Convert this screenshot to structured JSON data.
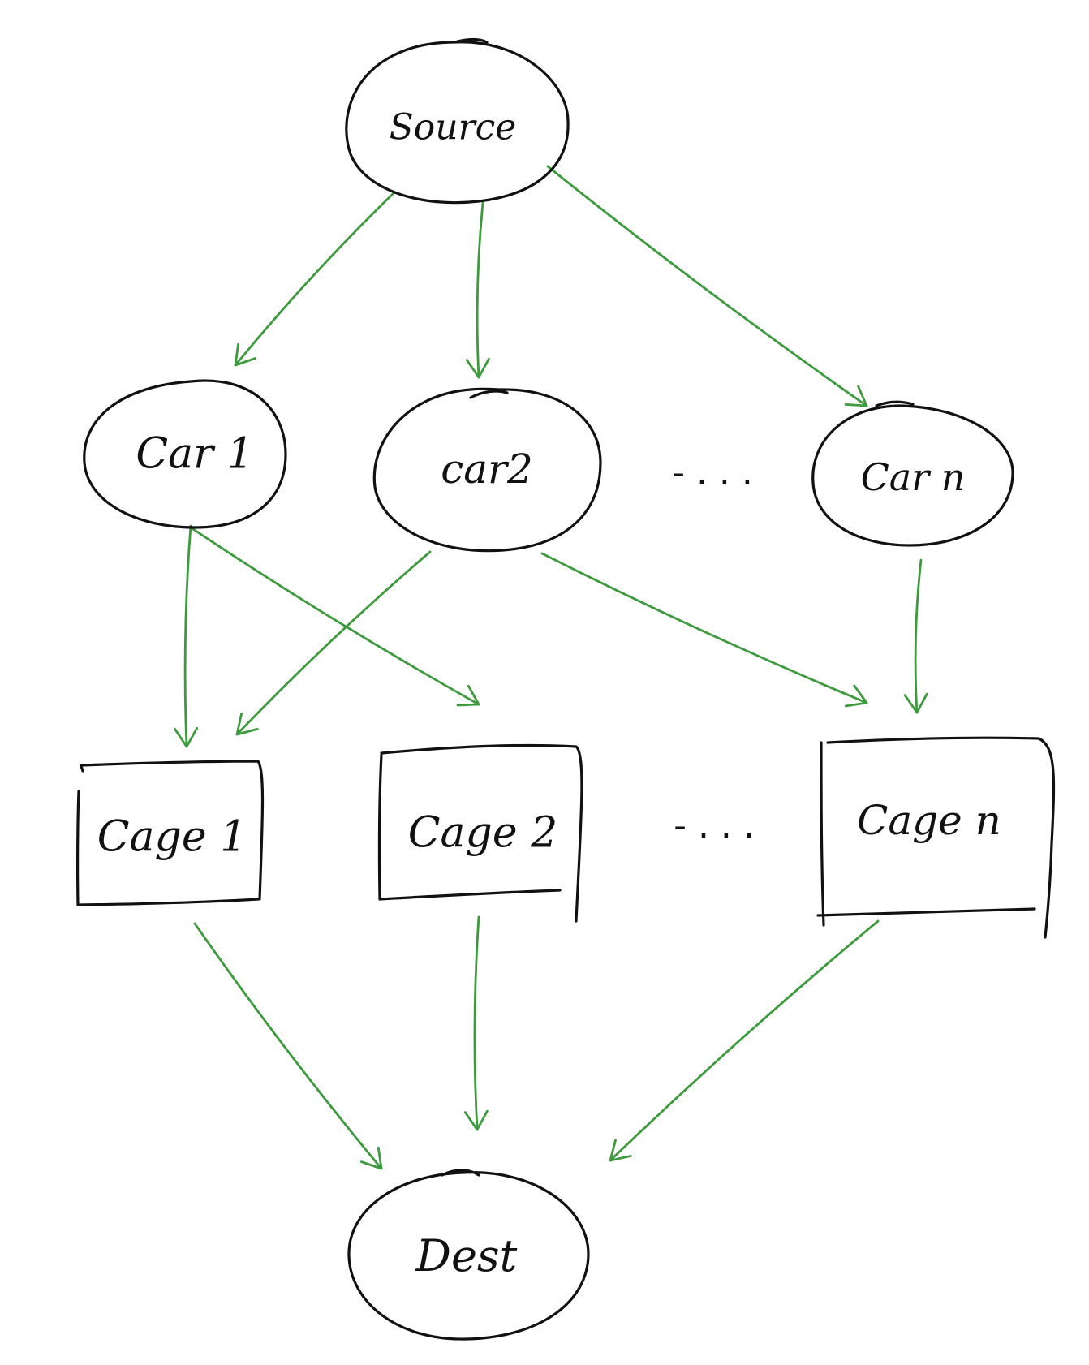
{
  "nodes": {
    "source": "Source",
    "car1": "Car 1",
    "car2": "car2",
    "carn": "Car n",
    "cage1": "Cage 1",
    "cage2": "Cage 2",
    "cagen": "Cage n",
    "dest": "Dest"
  },
  "ellipsis": {
    "cars": "- . . .",
    "cages": "- . . ."
  },
  "edges": [
    {
      "from": "source",
      "to": "car1"
    },
    {
      "from": "source",
      "to": "car2"
    },
    {
      "from": "source",
      "to": "carn"
    },
    {
      "from": "car1",
      "to": "cage1"
    },
    {
      "from": "car1",
      "to": "cage2"
    },
    {
      "from": "car2",
      "to": "cage1"
    },
    {
      "from": "car2",
      "to": "cagen"
    },
    {
      "from": "carn",
      "to": "cagen"
    },
    {
      "from": "cage1",
      "to": "dest"
    },
    {
      "from": "cage2",
      "to": "dest"
    },
    {
      "from": "cagen",
      "to": "dest"
    }
  ],
  "colors": {
    "edge": "#3e9a3e",
    "node_outline": "#111111"
  }
}
